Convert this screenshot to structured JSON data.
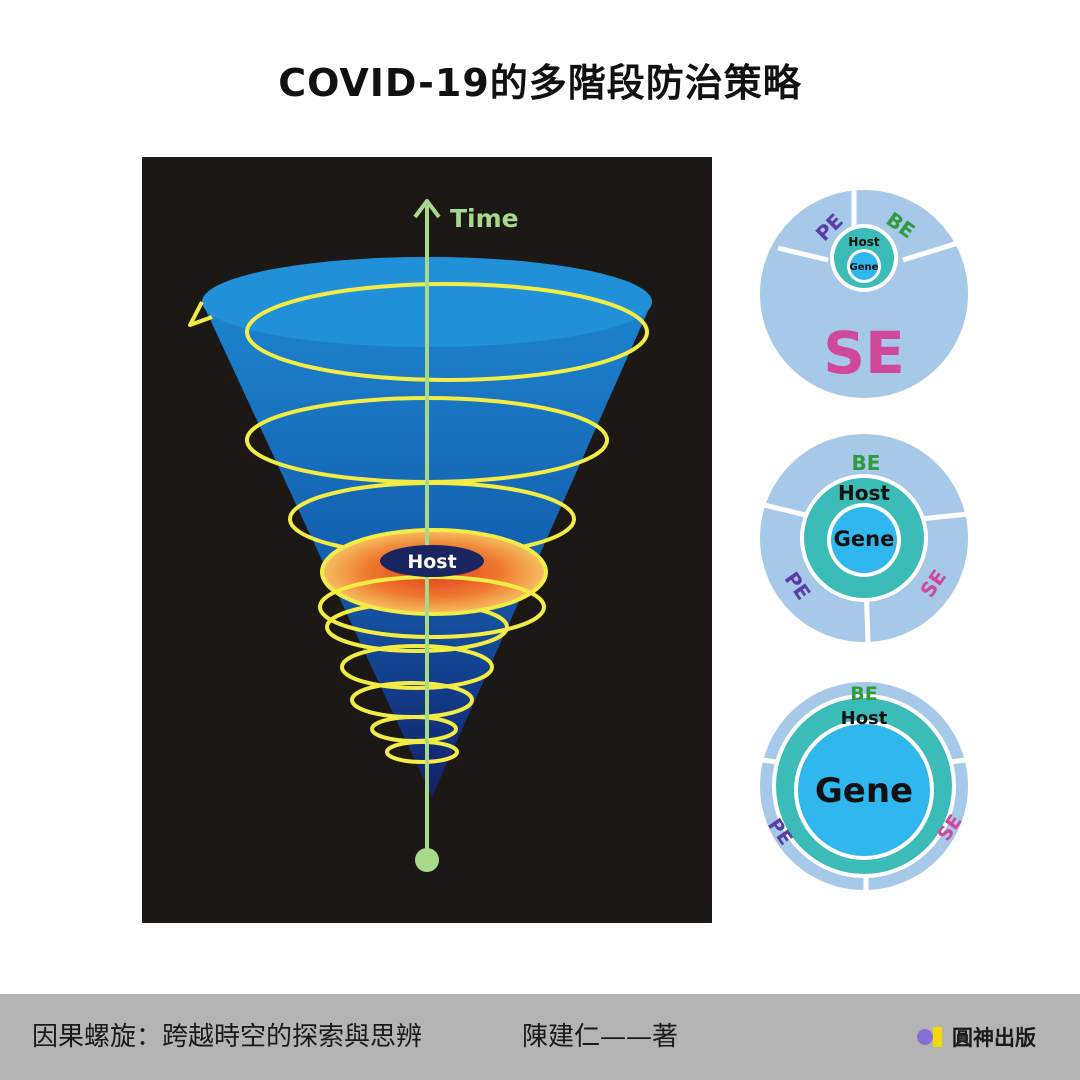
{
  "title": "COVID-19的多階段防治策略",
  "diagram": {
    "axis_label": "Time",
    "center_label": "Host"
  },
  "circles": [
    {
      "segments": [
        "PE",
        "BE",
        "SE"
      ],
      "inner_outer": "Host",
      "inner_core": "Gene"
    },
    {
      "segments": [
        "BE",
        "PE",
        "SE"
      ],
      "inner_outer": "Host",
      "inner_core": "Gene"
    },
    {
      "segments": [
        "BE",
        "PE",
        "SE"
      ],
      "inner_outer": "Host",
      "inner_core": "Gene"
    }
  ],
  "footer": {
    "book_title": "因果螺旋：跨越時空的探索與思辨",
    "author": "陳建仁——著",
    "publisher": "圓神出版"
  },
  "colors": {
    "panel_bg": "#1c1815",
    "cone_top": "#1e8ad4",
    "cone_bottom": "#12206a",
    "spiral": "#f3ec45",
    "axis": "#a8d88a",
    "ring_light": "#a6c9ea",
    "ring_teal": "#3cbcb8",
    "core_blue": "#2fb7ee",
    "pe": "#5a3ea6",
    "be": "#2f9a3e",
    "se": "#d1479c"
  }
}
